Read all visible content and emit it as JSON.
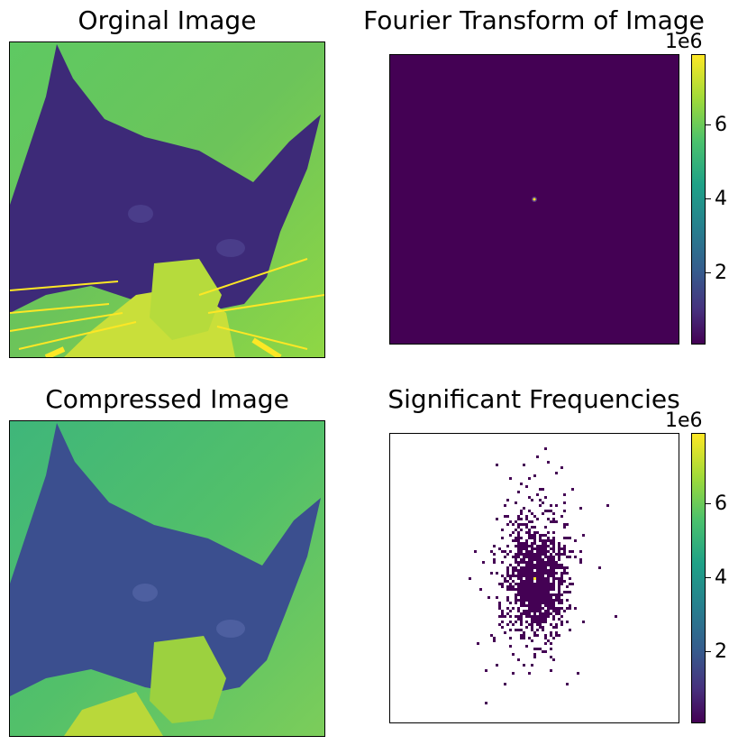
{
  "panels": {
    "original_title": "Orginal Image",
    "fourier_title": "Fourier Transform of Image",
    "compressed_title": "Compressed Image",
    "significant_title": "Significant Frequencies"
  },
  "chart_data": [
    {
      "type": "heatmap",
      "title": "Orginal Image",
      "colormap": "viridis",
      "xlabel": "",
      "ylabel": "",
      "axes_ticks": false
    },
    {
      "type": "heatmap",
      "title": "Fourier Transform of Image",
      "colormap": "viridis",
      "colorbar": {
        "ticks": [
          "2",
          "4",
          "6"
        ],
        "tick_values": [
          2,
          4,
          6
        ],
        "range": [
          0.05,
          7.8
        ],
        "scale_label": "1e6"
      },
      "axes_ticks": false
    },
    {
      "type": "heatmap",
      "title": "Compressed Image",
      "colormap": "viridis",
      "axes_ticks": false
    },
    {
      "type": "heatmap",
      "title": "Significant Frequencies",
      "colormap": "viridis",
      "colorbar": {
        "ticks": [
          "2",
          "4",
          "6"
        ],
        "tick_values": [
          2,
          4,
          6
        ],
        "range": [
          0.05,
          7.8
        ],
        "scale_label": "1e6"
      },
      "axes_ticks": false
    }
  ],
  "colors": {
    "viridis_dark": "#440154",
    "viridis_blue": "#3b528b",
    "viridis_teal": "#21918c",
    "viridis_green": "#5ec962",
    "viridis_yellow": "#fde725",
    "cat_dark": "#3a1f6e",
    "bg_green": "#6cc45a"
  }
}
